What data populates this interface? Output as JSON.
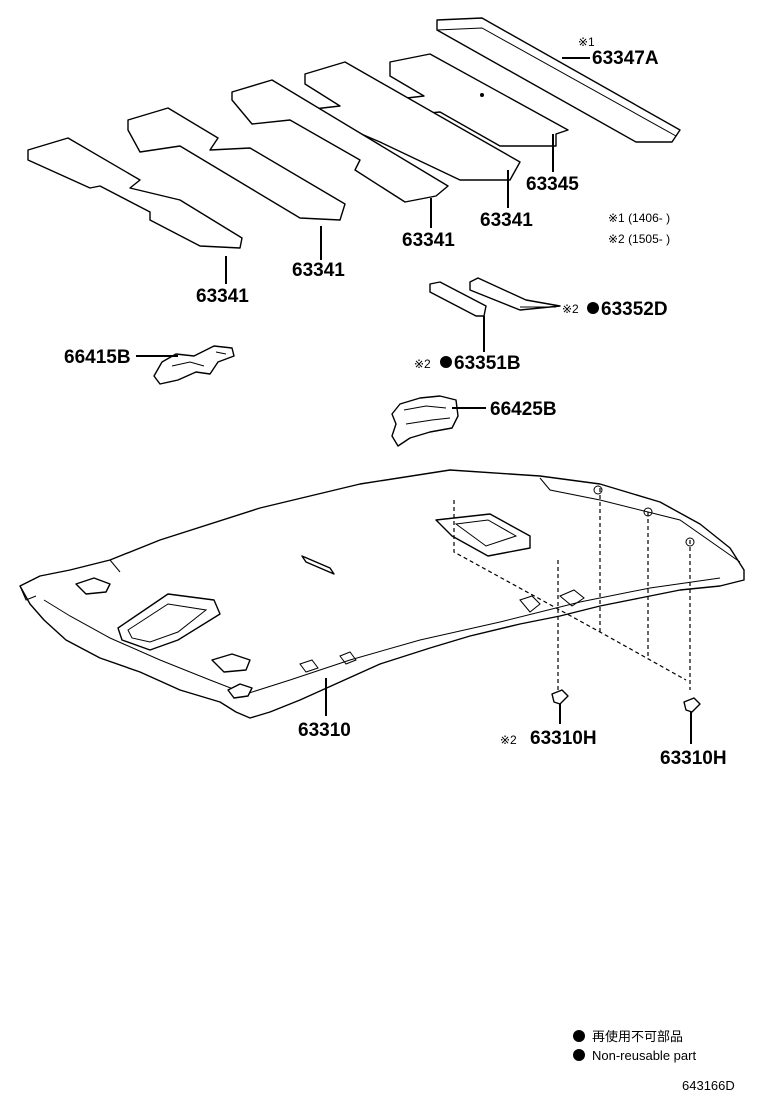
{
  "labels": {
    "p63347a": "63347A",
    "p63347a_mark": "※1",
    "p63345": "63345",
    "p63341_a": "63341",
    "p63341_b": "63341",
    "p63341_c": "63341",
    "p63341_d": "63341",
    "p63352d": "63352D",
    "p63352d_mark": "※2",
    "p63351b": "63351B",
    "p63351b_mark": "※2",
    "p66415b": "66415B",
    "p66425b": "66425B",
    "p63310": "63310",
    "p63310h_a": "63310H",
    "p63310h_a_mark": "※2",
    "p63310h_b": "63310H"
  },
  "notes": {
    "note1": "※1 (1406-    )",
    "note2": "※2 (1505-    )"
  },
  "legend": {
    "line_jp": "再使用不可部品",
    "line_en": "Non-reusable part"
  },
  "diagram_code": "643166D"
}
